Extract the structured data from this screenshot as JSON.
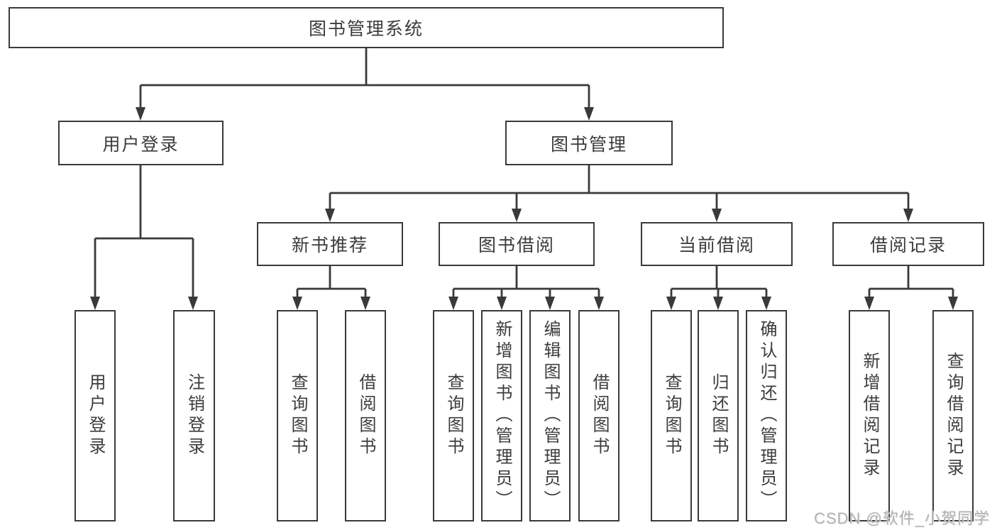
{
  "diagram": {
    "title": "图书管理系统",
    "root": {
      "label": "图书管理系统"
    },
    "level2": [
      {
        "label": "用户登录"
      },
      {
        "label": "图书管理"
      }
    ],
    "level3": [
      {
        "label": "新书推荐"
      },
      {
        "label": "图书借阅"
      },
      {
        "label": "当前借阅"
      },
      {
        "label": "借阅记录"
      }
    ],
    "leaves": [
      "用户登录",
      "注销登录",
      "查询图书",
      "借阅图书",
      "查询图书",
      "新增图书（管理员）",
      "编辑图书（管理员）",
      "借阅图书",
      "查询图书",
      "归还图书",
      "确认归还（管理员）",
      "新增借阅记录",
      "查询借阅记录"
    ],
    "edges": [
      {
        "parent": "图书管理系统",
        "children": [
          "用户登录",
          "图书管理"
        ]
      },
      {
        "parent": "用户登录",
        "children": [
          "用户登录",
          "注销登录"
        ]
      },
      {
        "parent": "图书管理",
        "children": [
          "新书推荐",
          "图书借阅",
          "当前借阅",
          "借阅记录"
        ]
      },
      {
        "parent": "新书推荐",
        "children": [
          "查询图书",
          "借阅图书"
        ]
      },
      {
        "parent": "图书借阅",
        "children": [
          "查询图书",
          "新增图书（管理员）",
          "编辑图书（管理员）",
          "借阅图书"
        ]
      },
      {
        "parent": "当前借阅",
        "children": [
          "查询图书",
          "归还图书",
          "确认归还（管理员）"
        ]
      },
      {
        "parent": "借阅记录",
        "children": [
          "新增借阅记录",
          "查询借阅记录"
        ]
      }
    ]
  },
  "watermark": {
    "text": "CSDN @软件_小贺同学"
  },
  "colors": {
    "line": "#3a3a3a",
    "box_border": "#3a3a3a",
    "text": "#3c3c3c",
    "watermark": "#b2b2b2",
    "background": "#ffffff"
  }
}
